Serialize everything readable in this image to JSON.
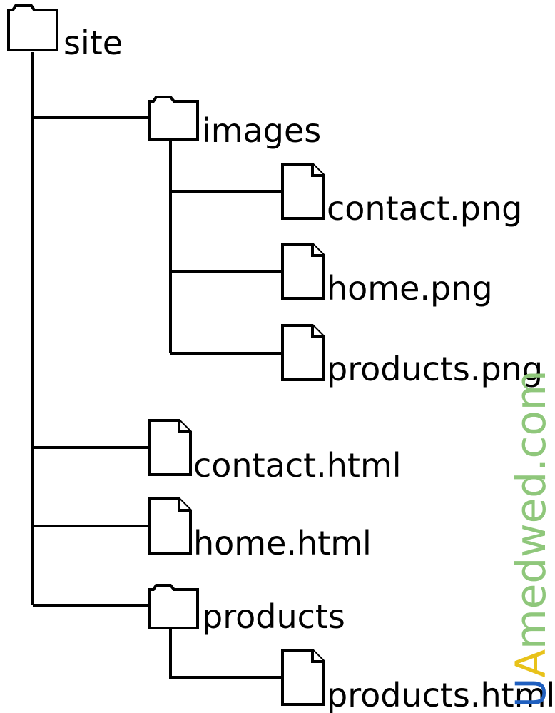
{
  "tree": {
    "root": {
      "type": "folder",
      "name": "site",
      "children": [
        {
          "type": "folder",
          "name": "images",
          "children": [
            {
              "type": "file",
              "name": "contact.png"
            },
            {
              "type": "file",
              "name": "home.png"
            },
            {
              "type": "file",
              "name": "products.png"
            }
          ]
        },
        {
          "type": "file",
          "name": "contact.html"
        },
        {
          "type": "file",
          "name": "home.html"
        },
        {
          "type": "folder",
          "name": "products",
          "children": [
            {
              "type": "file",
              "name": "products.html"
            }
          ]
        }
      ]
    }
  },
  "icons": {
    "folder": "folder-icon",
    "file": "file-icon"
  },
  "colors": {
    "line": "#000000",
    "text": "#000000",
    "watermark_u": "#1f5fbf",
    "watermark_a": "#e8c21a",
    "watermark_rest": "#8fc77b"
  },
  "watermark": {
    "parts": [
      "U",
      "A",
      "medwed.com"
    ]
  }
}
